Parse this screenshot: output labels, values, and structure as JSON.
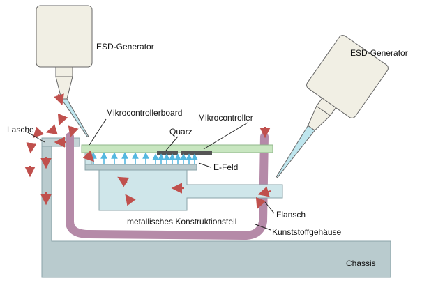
{
  "labels": {
    "esd_generator_left": "ESD-Generator",
    "esd_generator_right": "ESD-Generator",
    "microcontroller_board": "Mikrocontrollerboard",
    "microcontroller": "Mikrocontroller",
    "quartz": "Quarz",
    "e_field": "E-Feld",
    "tab": "Lasche",
    "metal_part": "metallisches Konstruktionsteil",
    "flange": "Flansch",
    "plastic_housing": "Kunststoffgehäuse",
    "chassis": "Chassis"
  },
  "colors": {
    "chassis": "#b9cbce",
    "metal_part": "#cfe6ea",
    "housing": "#b58aa8",
    "board": "#c8e6c0",
    "chip": "#555555",
    "generator": "#f1efe4",
    "tip": "#bfe6ee",
    "current_arrow": "#c0504d",
    "field_arrow": "#54b8e0"
  }
}
